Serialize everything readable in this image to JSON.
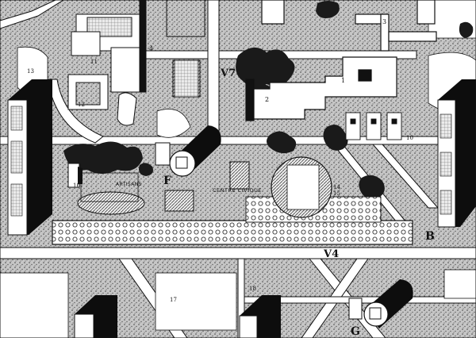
{
  "map": {
    "colors": {
      "paper": "#ffffff",
      "ink": "#111111",
      "stipple_bg": "#bcbcbc",
      "vegetation": "#1a1a1a",
      "hatch": "#555555"
    },
    "road_labels": {
      "v4": "V4",
      "v7": "V7"
    },
    "site_letters": {
      "f": "F",
      "g": "G",
      "b": "B"
    },
    "area_labels": {
      "centre_civique": "CENTRE CIVIQUE",
      "artisans": "ARTISANS"
    },
    "zone_numbers": {
      "n1": "1",
      "n2": "2",
      "n3": "3",
      "n4": "4",
      "n10": "10",
      "n11": "11",
      "n12": "12",
      "n13": "13",
      "n14": "14",
      "n15": "15",
      "n16": "16",
      "n17": "17",
      "n18": "18"
    }
  }
}
